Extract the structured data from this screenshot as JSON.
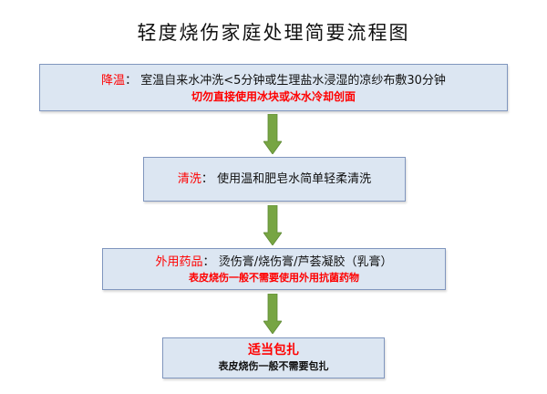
{
  "title": "轻度烧伤家庭处理简要流程图",
  "steps": [
    {
      "label": "降温",
      "sep": "：",
      "text": "室温自来水冲洗<5分钟或生理盐水浸湿的凉纱布敷30分钟",
      "note": "切勿直接使用冰块或冰水冷却创面"
    },
    {
      "label": "清洗",
      "sep": "：",
      "text": "使用温和肥皂水简单轻柔清洗"
    },
    {
      "label": "外用药品",
      "sep": "：",
      "text": "烫伤膏/烧伤膏/芦荟凝胶（乳膏）",
      "note": "表皮烧伤一般不需要使用外用抗菌药物"
    },
    {
      "label": "适当包扎",
      "note": "表皮烧伤一般不需要包扎"
    }
  ],
  "colors": {
    "box_fill": "#dce6f2",
    "box_border": "#8096be",
    "arrow": "#77a543",
    "accent": "#ff0000"
  }
}
